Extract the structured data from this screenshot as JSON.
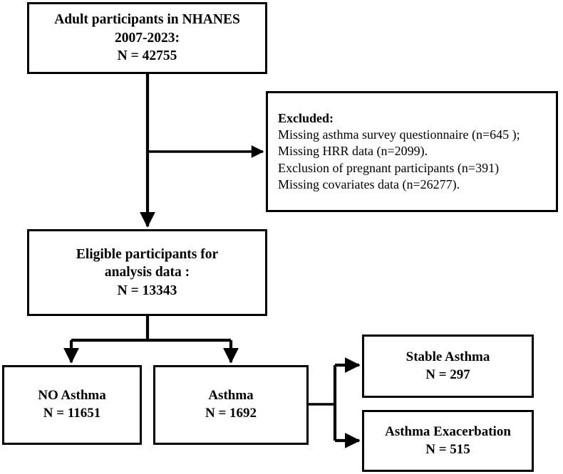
{
  "diagram": {
    "title": "Participant selection flowchart",
    "stroke_color": "#000000",
    "background_color": "#ffffff",
    "nodes": {
      "enrolled": {
        "line1": "Adult participants in NHANES",
        "line2": "2007-2023:",
        "line3": "N = 42755"
      },
      "excluded": {
        "heading": "Excluded:",
        "line1": "Missing asthma survey questionnaire (n=645 );",
        "line2": "Missing HRR data (n=2099).",
        "line3": "Exclusion of pregnant participants (n=391)",
        "line4": "Missing covariates data (n=26277)."
      },
      "eligible": {
        "line1": "Eligible participants for",
        "line2": "analysis data :",
        "line3": "N = 13343"
      },
      "no_asthma": {
        "line1": "NO Asthma",
        "line2": "N = 11651"
      },
      "asthma": {
        "line1": "Asthma",
        "line2": "N = 1692"
      },
      "stable_asthma": {
        "line1": "Stable Asthma",
        "line2": "N = 297"
      },
      "asthma_exacerbation": {
        "line1": "Asthma Exacerbation",
        "line2": "N = 515"
      }
    },
    "counts": {
      "enrolled": 42755,
      "excluded_missing_questionnaire": 645,
      "excluded_missing_hrr": 2099,
      "excluded_pregnant": 391,
      "excluded_missing_covariates": 26277,
      "eligible": 13343,
      "no_asthma": 11651,
      "asthma": 1692,
      "stable_asthma": 297,
      "asthma_exacerbation": 515
    }
  }
}
